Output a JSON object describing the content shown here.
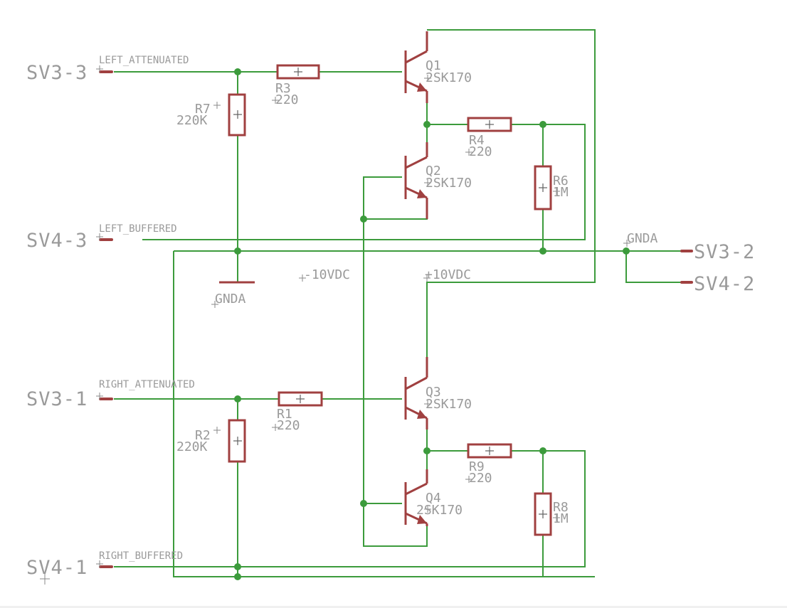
{
  "connectors": {
    "sv3_3": "SV3-3",
    "sv4_3": "SV4-3",
    "sv3_1": "SV3-1",
    "sv4_1": "SV4-1",
    "sv3_2": "SV3-2",
    "sv4_2": "SV4-2"
  },
  "nets": {
    "left_attenuated": "LEFT_ATTENUATED",
    "left_buffered": "LEFT_BUFFERED",
    "right_attenuated": "RIGHT_ATTENUATED",
    "right_buffered": "RIGHT_BUFFERED",
    "gnda_top": "GNDA",
    "gnda_bottom": "GNDA",
    "neg_supply": "-10VDC",
    "pos_supply": "+10VDC"
  },
  "resistors": {
    "r3": {
      "name": "R3",
      "value": "220"
    },
    "r7": {
      "name": "R7",
      "value": "220K"
    },
    "r4": {
      "name": "R4",
      "value": "220"
    },
    "r6": {
      "name": "R6",
      "value": "1M"
    },
    "r1": {
      "name": "R1",
      "value": "220"
    },
    "r2": {
      "name": "R2",
      "value": "220K"
    },
    "r9": {
      "name": "R9",
      "value": "220"
    },
    "r8": {
      "name": "R8",
      "value": "1M"
    }
  },
  "transistors": {
    "q1": {
      "name": "Q1",
      "value": "2SK170"
    },
    "q2": {
      "name": "Q2",
      "value": "2SK170"
    },
    "q3": {
      "name": "Q3",
      "value": "2SK170"
    },
    "q4": {
      "name": "Q4",
      "value": "2SK170"
    }
  },
  "colors": {
    "wire": "#3c9b3c",
    "part": "#a04040",
    "label": "#9a9a9a",
    "background": "#ffffff"
  }
}
